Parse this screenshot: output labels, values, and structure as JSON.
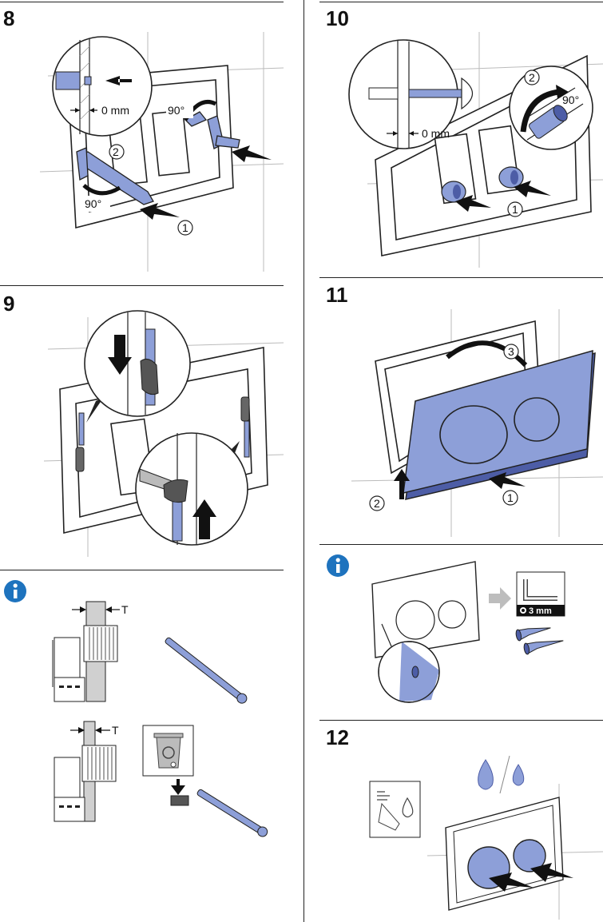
{
  "steps": {
    "s8": {
      "number": "8",
      "angle_left": "90°",
      "angle_right": "90°",
      "gap": "0 mm",
      "callout_1": "1",
      "callout_2": "2"
    },
    "s9": {
      "number": "9"
    },
    "s10": {
      "number": "10",
      "angle": "90°",
      "gap": "0 mm",
      "callout_1": "1",
      "callout_2": "2"
    },
    "s11": {
      "number": "11",
      "callout_1": "1",
      "callout_2": "2",
      "callout_3": "3"
    },
    "s12": {
      "number": "12"
    }
  },
  "info_left": {
    "thickness_top": "T",
    "thickness_bottom": "T"
  },
  "info_right": {
    "tool_size": "3 mm"
  },
  "colors": {
    "accent_blue": "#8d9fd8",
    "dark_blue": "#4d5da6",
    "line": "#222222",
    "grey_arrow": "#bdbdbd",
    "info_blue": "#1e73be"
  },
  "icons": [
    "info-icon",
    "recycle-bin-icon",
    "hex-key-icon",
    "water-drop-icon",
    "cleaning-icon"
  ]
}
